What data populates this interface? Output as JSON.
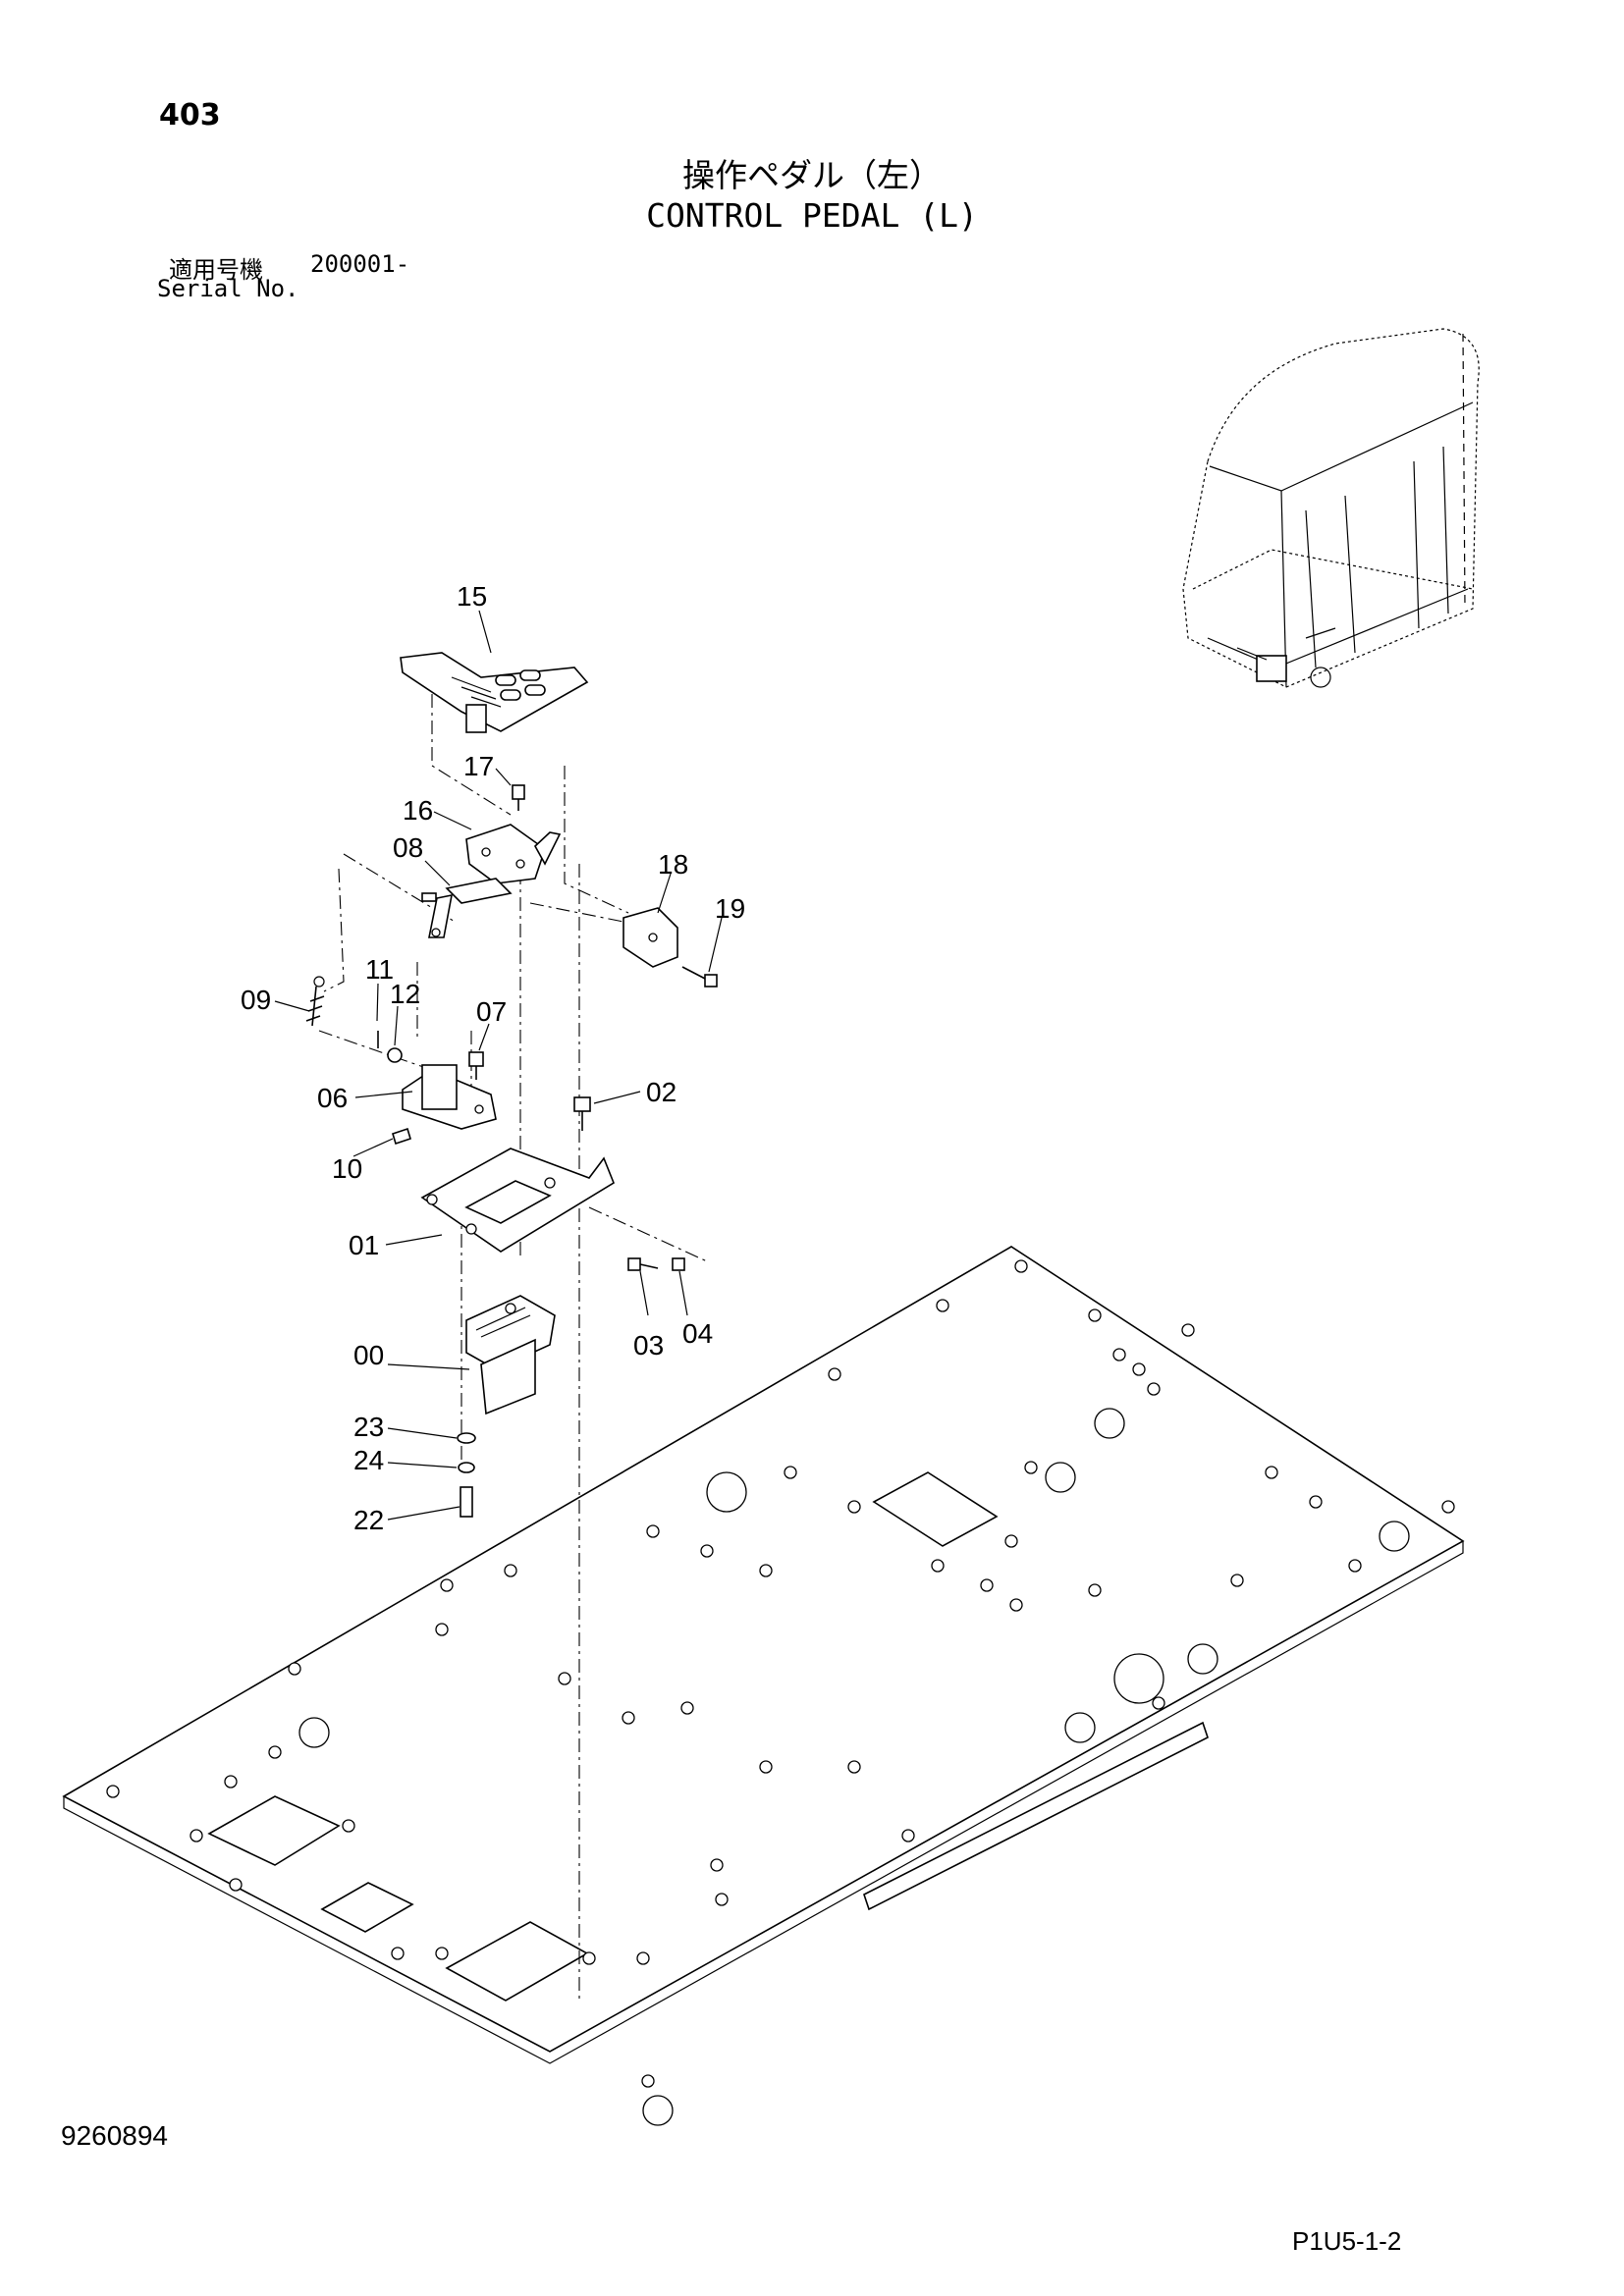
{
  "header": {
    "page_number": "403",
    "title_jp": "操作ペダル（左）",
    "title_en": "CONTROL PEDAL (L)",
    "serial_label_jp": "適用号機",
    "serial_value": "200001-",
    "serial_label_en": "Serial No."
  },
  "footer": {
    "document_number": "9260894",
    "reference_code": "P1U5-1-2"
  },
  "callouts": [
    "15",
    "17",
    "16",
    "08",
    "18",
    "19",
    "11",
    "09",
    "12",
    "07",
    "06",
    "02",
    "10",
    "01",
    "03",
    "04",
    "00",
    "23",
    "24",
    "22"
  ]
}
